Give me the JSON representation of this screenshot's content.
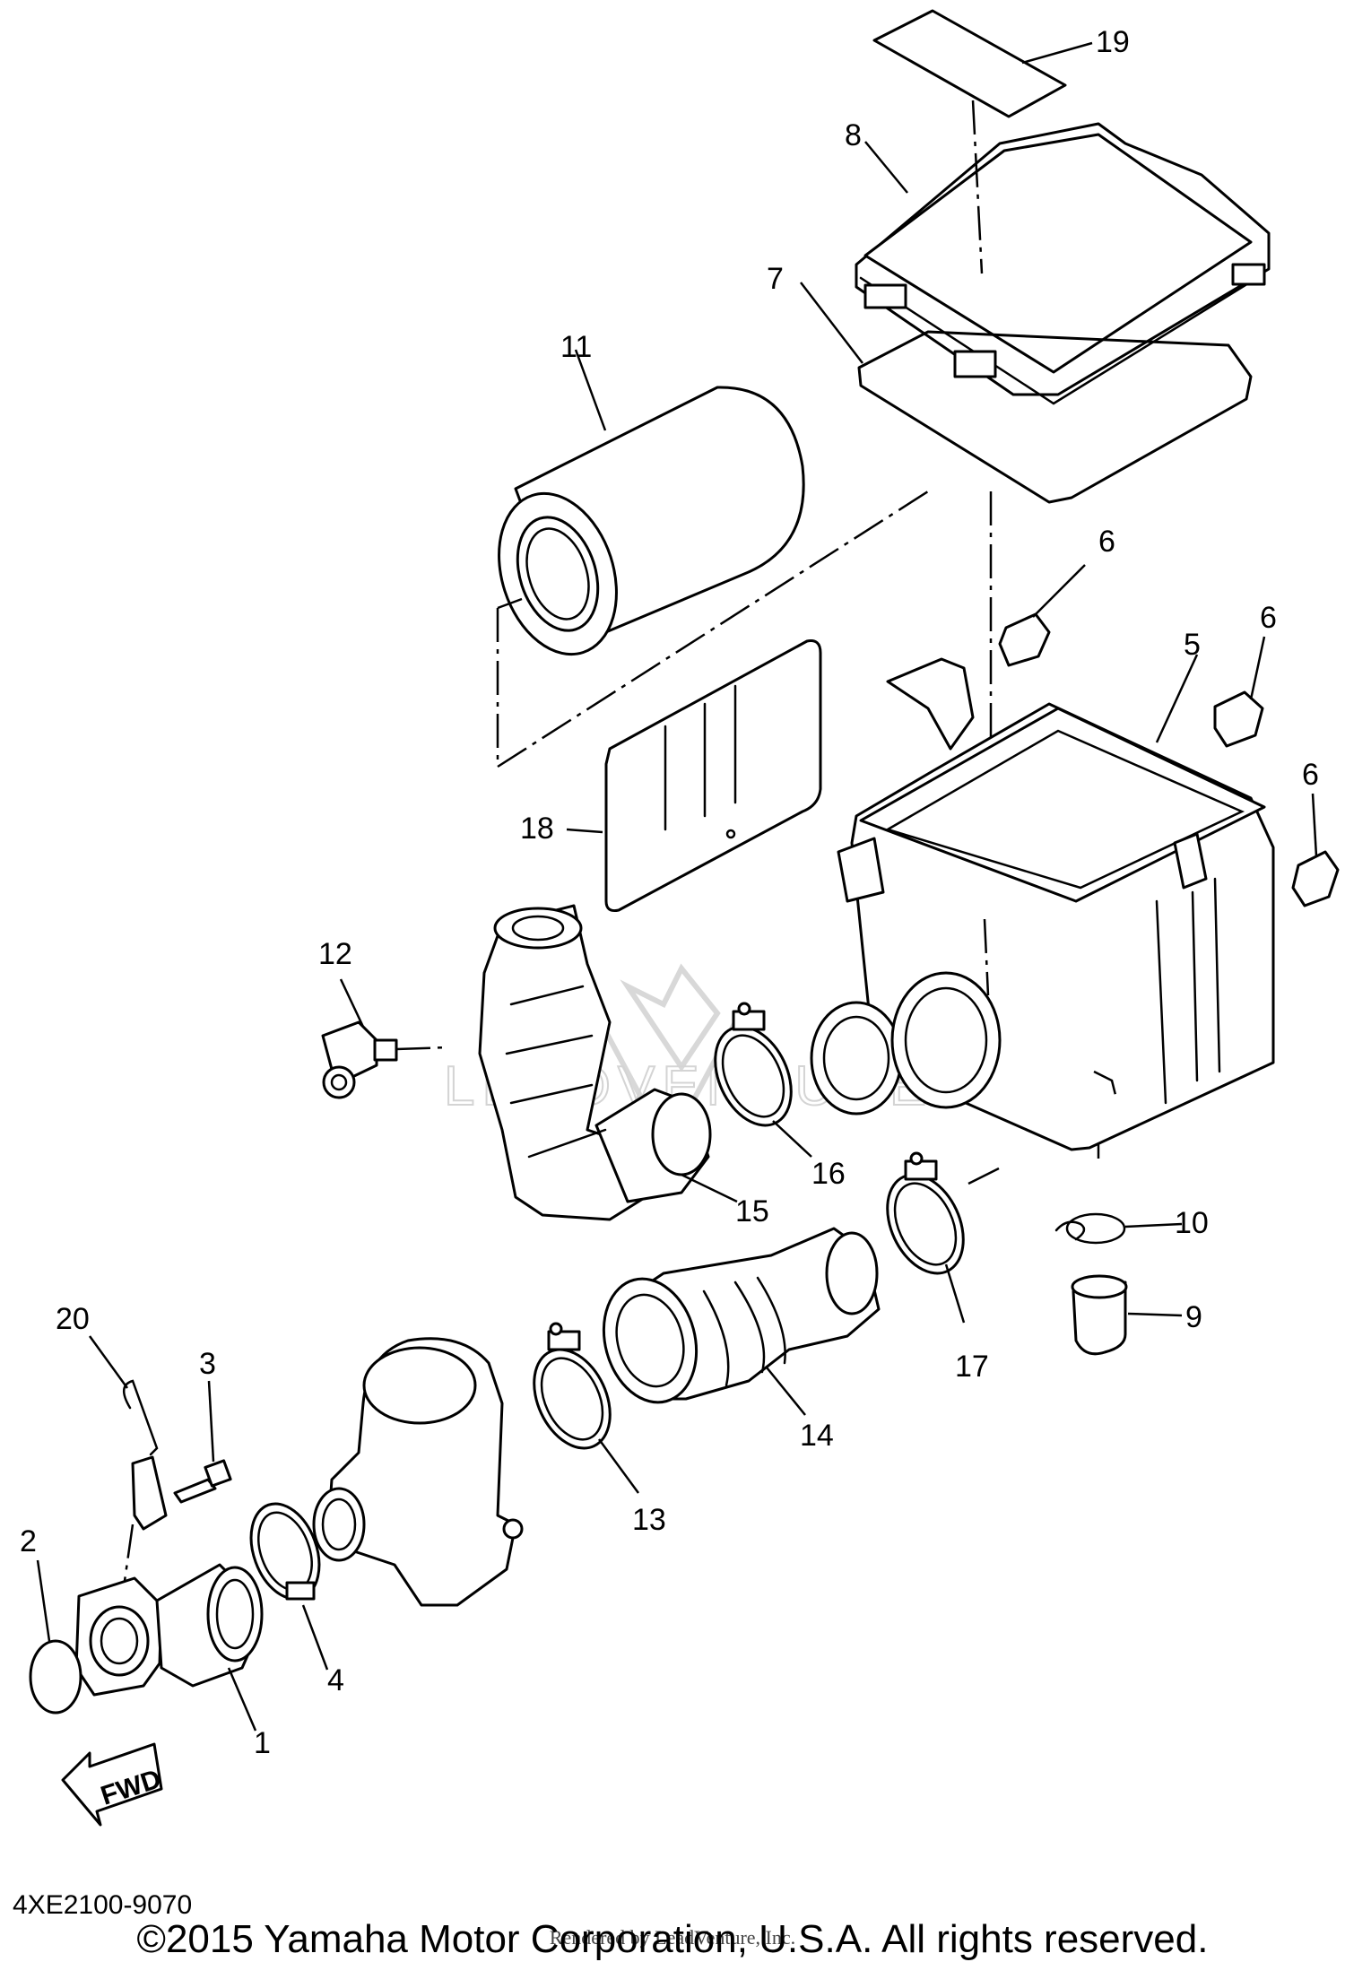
{
  "diagram_title": "4XE2100-9070",
  "callouts": {
    "c1": "1",
    "c2": "2",
    "c3": "3",
    "c4": "4",
    "c5": "5",
    "c6a": "6",
    "c6b": "6",
    "c6c": "6",
    "c7": "7",
    "c8": "8",
    "c9": "9",
    "c10": "10",
    "c11": "11",
    "c12": "12",
    "c13": "13",
    "c14": "14",
    "c15": "15",
    "c16": "16",
    "c17": "17",
    "c18": "18",
    "c19": "19",
    "c20": "20"
  },
  "forward_arrow_label": "FWD",
  "watermark": {
    "text": "LEADVENTURE"
  },
  "copyright": "©2015 Yamaha Motor Corporation, U.S.A. All rights reserved.",
  "rendered_by": "Rendered by LeadVenture, Inc."
}
